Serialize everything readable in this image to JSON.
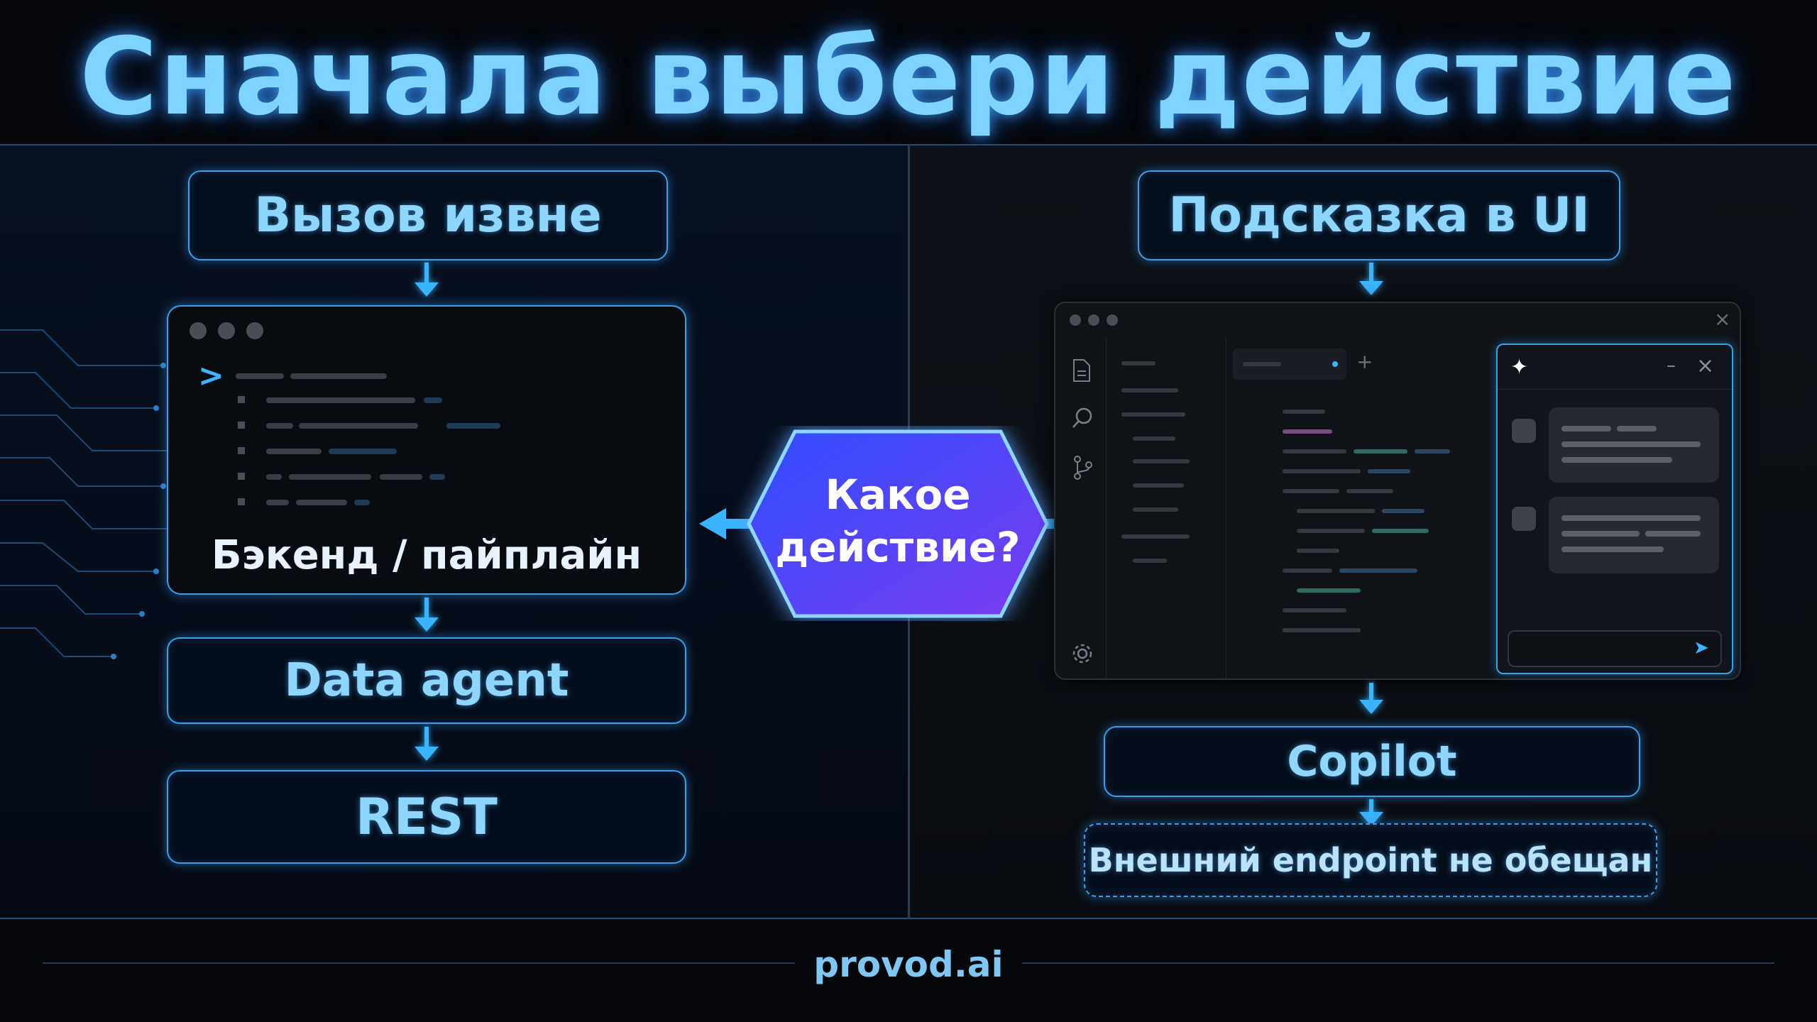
{
  "title": "Сначала выбери действие",
  "left": {
    "heading": "Вызов извне",
    "terminal_caption": "Бэкенд / пайплайн",
    "terminal_prompt": ">",
    "agent_label": "Data agent",
    "rest_label": "REST"
  },
  "center": {
    "question": "Какое действие?"
  },
  "right": {
    "heading": "Подсказка в UI",
    "ide_close_glyph": "×",
    "ide_new_tab_glyph": "+",
    "chat_spark_glyph": "✦",
    "chat_minimize_glyph": "–",
    "chat_close_glyph": "×",
    "chat_send_glyph": "➤",
    "copilot_label": "Copilot",
    "endpoint_note": "Внешний endpoint не обещан"
  },
  "footer": {
    "brand": "provod.ai"
  },
  "colors": {
    "accent": "#3ab4ff",
    "title": "#7fd3ff",
    "hex_gradient_start": "#2f4dff",
    "hex_gradient_end": "#7a3cf0"
  },
  "icons": [
    "file-icon",
    "search-icon",
    "git-branch-icon",
    "settings-icon",
    "sparkle-icon",
    "send-icon"
  ]
}
